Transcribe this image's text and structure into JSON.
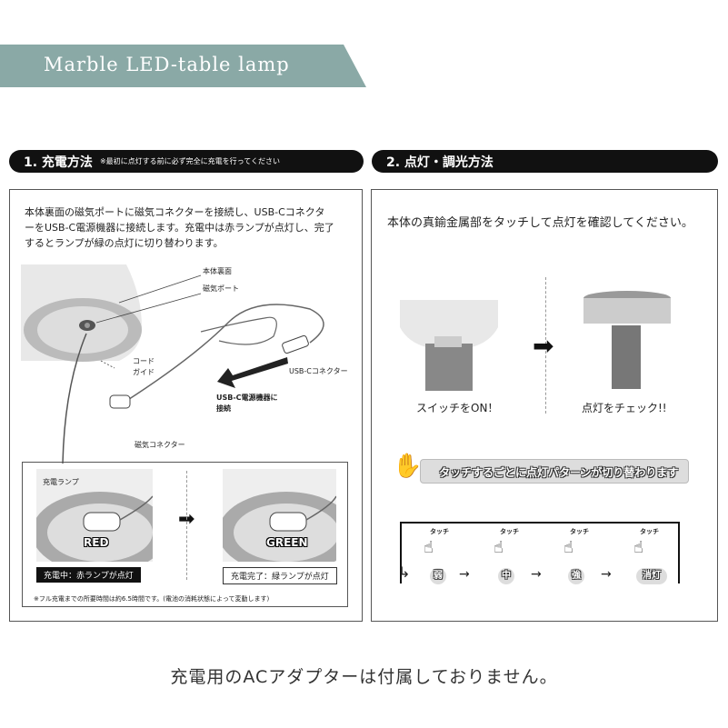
{
  "banner": {
    "title": "Marble LED-table lamp",
    "color": "#8aa9a6"
  },
  "section1": {
    "title": "1. 充電方法",
    "note": "※最初に点灯する前に必ず完全に充電を行ってください",
    "desc": [
      "本体裏面の磁気ポートに磁気コネクターを接続し、USB-Cコネクタ",
      "ーをUSB-C電源機器に接続します。充電中は赤ランプが点灯し、完了",
      "するとランプが緑の点灯に切り替わります。"
    ],
    "labels": {
      "bottom": "本体裏面",
      "port": "磁気ポート",
      "guide": "コード\nガイド",
      "usbc": "USB-Cコネクター",
      "device": "USB-C電源機器に\n接続",
      "magnet": "磁気コネクター"
    },
    "lamp_label": "充電ランプ",
    "red": {
      "word": "RED",
      "caption": "充電中：赤ランプが点灯"
    },
    "green": {
      "word": "GREEN",
      "caption": "充電完了：緑ランプが点灯"
    },
    "footnote": "※フル充電までの所要時間は約6.5時間です。(電池の消耗状態によって変動します)"
  },
  "section2": {
    "title": "2. 点灯・調光方法",
    "desc": "本体の真鍮金属部をタッチして点灯を確認してください。",
    "switch_on": "スイッチをON！",
    "check": "点灯をチェック!!",
    "touch_text": "タッチするごとに点灯パターンが切り替わります",
    "tap_word": "タッチ",
    "levels": [
      "弱",
      "中",
      "強",
      "消灯"
    ]
  },
  "footer": "充電用のACアダプターは付属しておりません。"
}
